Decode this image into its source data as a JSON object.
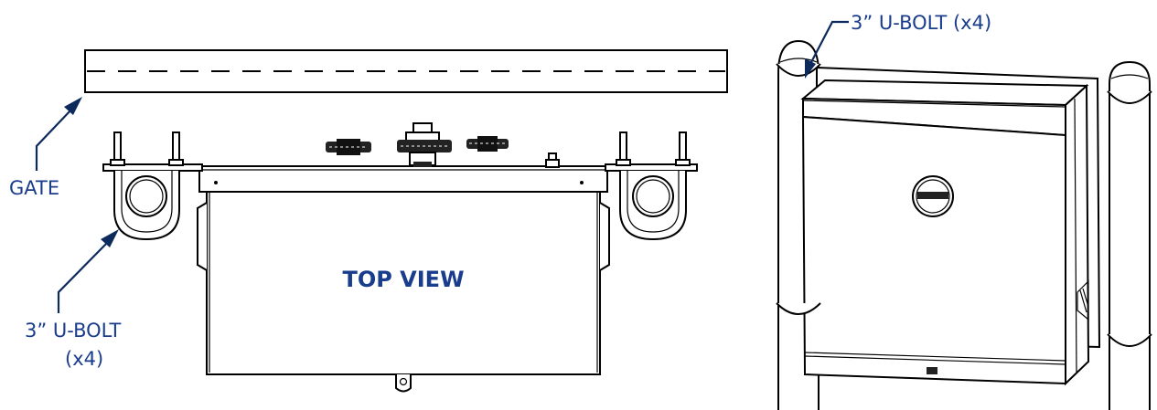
{
  "labels": {
    "gate": "GATE",
    "ubolt_left_line1": "3” U-BOLT",
    "ubolt_left_line2": "(x4)",
    "top_view": "TOP VIEW",
    "ubolt_right": "3” U-BOLT (x4)"
  },
  "colors": {
    "label": "#1a3c8c",
    "leader": "#0d2a5c",
    "line": "#000000"
  }
}
